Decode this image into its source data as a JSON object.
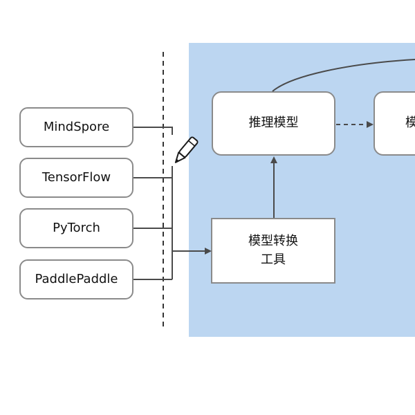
{
  "frameworks": [
    {
      "label": "MindSpore"
    },
    {
      "label": "TensorFlow"
    },
    {
      "label": "PyTorch"
    },
    {
      "label": "PaddlePaddle"
    }
  ],
  "converter": {
    "line1": "模型转换",
    "line2": "工具"
  },
  "inference_model": {
    "label": "推理模型"
  },
  "right_box": {
    "label": "模"
  },
  "colors": {
    "region_fill": "#bcd6f1",
    "box_border": "#8a8a8a",
    "connector": "#4a4a4a"
  },
  "icons": [
    "pencil-icon"
  ]
}
